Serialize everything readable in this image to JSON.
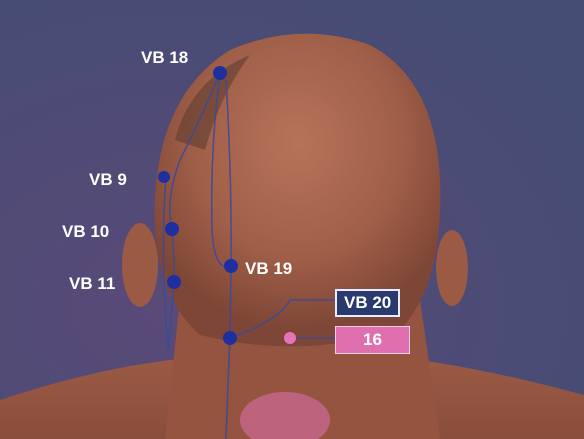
{
  "labels": {
    "vb18": "VB 18",
    "vb9": "VB 9",
    "vb10": "VB 10",
    "vb11": "VB 11",
    "vb19": "VB 19",
    "vb20": "VB 20",
    "gv16": "16"
  },
  "colors": {
    "background": "#4a5078",
    "skin": "#a8664e",
    "point_blue": "#1f2fa0",
    "point_pink": "#e874b8",
    "meridian_line": "#3a4a9a"
  }
}
